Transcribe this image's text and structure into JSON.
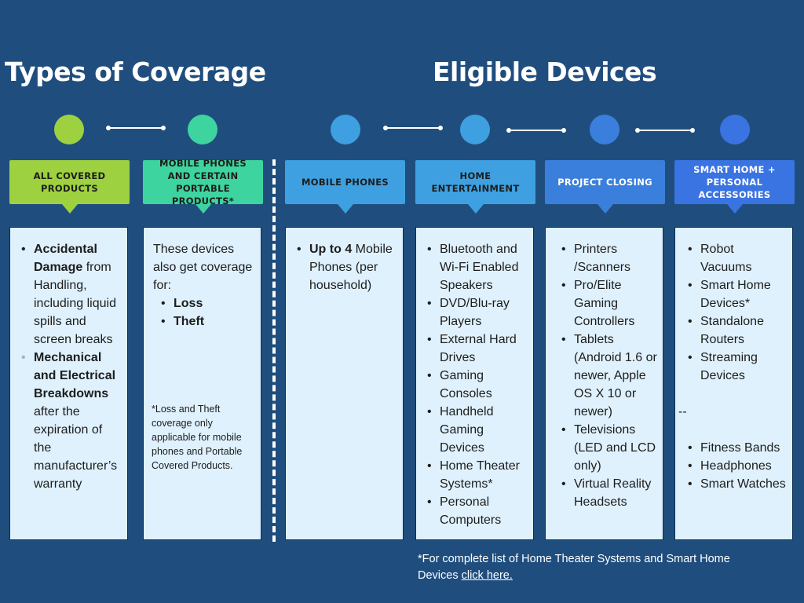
{
  "titles": {
    "coverage": "Types of Coverage",
    "devices": "Eligible Devices"
  },
  "colors": {
    "background": "#1f4e7e",
    "green": "#9dd13f",
    "teal": "#3ed49f",
    "blue": "#3ea0e0",
    "mid_blue": "#3a7fdc",
    "royal_blue": "#3a73e2",
    "box_fill": "#dff1fd"
  },
  "columns": [
    {
      "header": "ALL COVERED PRODUCTS"
    },
    {
      "header": "MOBILE PHONES AND CERTAIN PORTABLE PRODUCTS*"
    },
    {
      "header": "MOBILE PHONES"
    },
    {
      "header": "HOME ENTERTAINMENT"
    },
    {
      "header": "PROJECT CLOSING"
    },
    {
      "header": "SMART HOME + PERSONAL ACCESSORIES"
    }
  ],
  "col1": {
    "item1_bold": "Accidental Damage",
    "item1_rest": " from Handling, including liquid spills and screen breaks",
    "item2_bold": "Mechanical and Electrical Breakdowns",
    "item2_rest": " after the expiration of the manufacturer’s warranty"
  },
  "col2": {
    "intro": "These devices also get coverage for:",
    "items": [
      "Loss",
      "Theft"
    ],
    "note": "*Loss and Theft coverage only applicable for mobile phones and Portable Covered Products."
  },
  "col3": {
    "bold": "Up to 4",
    "rest": " Mobile Phones (per household)"
  },
  "col4": {
    "items": [
      "Bluetooth and Wi-Fi Enabled Speakers",
      "DVD/Blu-ray Players",
      "External Hard Drives",
      "Gaming Consoles",
      "Handheld Gaming Devices",
      "Home Theater Systems*",
      "Personal Computers"
    ]
  },
  "col5": {
    "items": [
      "Printers /Scanners",
      "Pro/Elite Gaming Controllers",
      "Tablets (Android 1.6 or newer, Apple OS X 10 or newer)",
      "Televisions (LED and LCD only)",
      "Virtual Reality Headsets"
    ]
  },
  "col6": {
    "items_a": [
      "Robot Vacuums",
      "Smart Home Devices*",
      "Standalone Routers",
      "Streaming Devices"
    ],
    "separator": "--",
    "items_b": [
      "Fitness Bands",
      "Headphones",
      "Smart Watches"
    ]
  },
  "footer": {
    "text": "*For complete list of Home Theater Systems and Smart Home Devices ",
    "link": "click here."
  }
}
